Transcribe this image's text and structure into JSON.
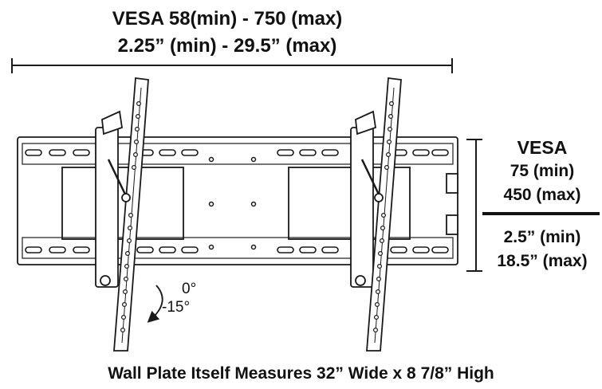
{
  "figure": {
    "top_dimension": {
      "line1": "VESA 58(min) - 750 (max)",
      "line2": "2.25” (min) - 29.5” (max)"
    },
    "right_dimension": {
      "vesa_heading": "VESA",
      "vesa_min": "75 (min)",
      "vesa_max": "450 (max)",
      "inch_min": "2.5” (min)",
      "inch_max": "18.5” (max)"
    },
    "tilt": {
      "top": "0°",
      "bottom": "-15°"
    },
    "caption": "Wall Plate Itself Measures 32” Wide x 8 7/8” High"
  },
  "colors": {
    "line": "#1a1a1a",
    "fill": "#ffffff"
  }
}
